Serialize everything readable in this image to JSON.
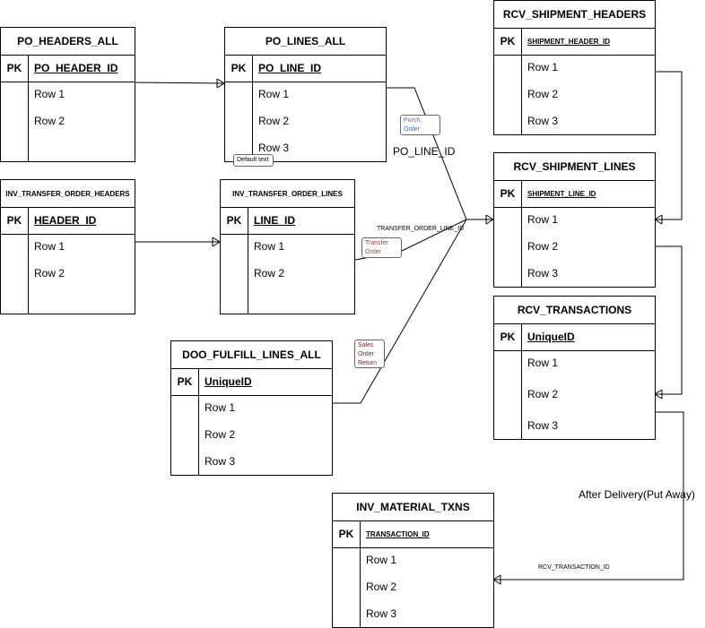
{
  "tables": {
    "po_headers": {
      "title": "PO_HEADERS_ALL",
      "pk_label": "PK",
      "pk": "PO_HEADER_ID",
      "rows": [
        "Row 1",
        "Row 2"
      ]
    },
    "po_lines": {
      "title": "PO_LINES_ALL",
      "pk_label": "PK",
      "pk": "PO_LINE_ID",
      "rows": [
        "Row 1",
        "Row 2",
        "Row 3"
      ]
    },
    "rcv_shipment_headers": {
      "title": "RCV_SHIPMENT_HEADERS",
      "pk_label": "PK",
      "pk": "SHIPMENT_HEADER_ID",
      "rows": [
        "Row 1",
        "Row 2",
        "Row 3"
      ]
    },
    "inv_transfer_order_headers": {
      "title": "INV_TRANSFER_ORDER_HEADERS",
      "pk_label": "PK",
      "pk": "HEADER_ID",
      "rows": [
        "Row 1",
        "Row 2"
      ]
    },
    "inv_transfer_order_lines": {
      "title": "INV_TRANSFER_ORDER_LINES",
      "pk_label": "PK",
      "pk": "LINE_ID",
      "rows": [
        "Row 1",
        "Row 2"
      ]
    },
    "rcv_shipment_lines": {
      "title": "RCV_SHIPMENT_LINES",
      "pk_label": "PK",
      "pk": "SHIPMENT_LINE_ID",
      "rows": [
        "Row 1",
        "Row 2",
        "Row 3"
      ]
    },
    "rcv_transactions": {
      "title": "RCV_TRANSACTIONS",
      "pk_label": "PK",
      "pk": "UniqueID",
      "rows": [
        "Row 1",
        "Row 2",
        "Row 3"
      ]
    },
    "doo_fulfill_lines": {
      "title": "DOO_FULFILL_LINES_ALL",
      "pk_label": "PK",
      "pk": "UniqueID",
      "rows": [
        "Row 1",
        "Row 2",
        "Row 3"
      ]
    },
    "inv_material_txns": {
      "title": "INV_MATERIAL_TXNS",
      "pk_label": "PK",
      "pk": "TRANSACTION_ID",
      "rows": [
        "Row 1",
        "Row 2",
        "Row 3"
      ]
    }
  },
  "labels": {
    "po_line_id": "PO_LINE_ID",
    "transfer_order_line_id": "TRANSFER_ORDER_LINE_ID",
    "after_delivery": "After Delivery(Put Away)",
    "rcv_transaction_id": "RCV_TRANSACTION_ID"
  },
  "notes": {
    "default_text": "Default text",
    "purch_order": [
      "Purch.",
      "Order"
    ],
    "transfer_order": [
      "Transfer",
      "Order"
    ],
    "sales_order_return": [
      "Sales",
      "Order",
      "Return"
    ]
  },
  "colors": {
    "purch_note": "#4a6fb5",
    "transfer_note": "#c0392b",
    "sales_note": "#7a1f1f",
    "line": "#000000"
  }
}
